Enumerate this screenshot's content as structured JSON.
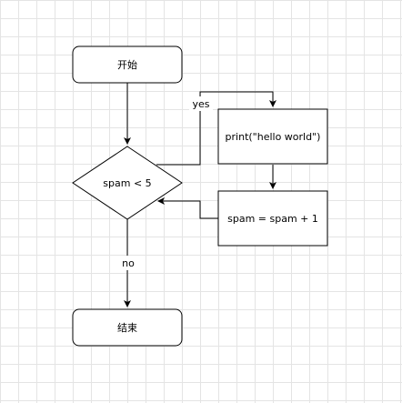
{
  "diagram": {
    "nodes": {
      "start": {
        "label": "开始"
      },
      "condition": {
        "label": "spam < 5"
      },
      "print": {
        "label": "print(\"hello world\")"
      },
      "increment": {
        "label": "spam = spam + 1"
      },
      "end": {
        "label": "结束"
      }
    },
    "edges": {
      "yes": {
        "label": "yes"
      },
      "no": {
        "label": "no"
      }
    }
  },
  "colors": {
    "stroke": "#000000",
    "fill": "#ffffff",
    "grid": "#e4e4e4"
  }
}
